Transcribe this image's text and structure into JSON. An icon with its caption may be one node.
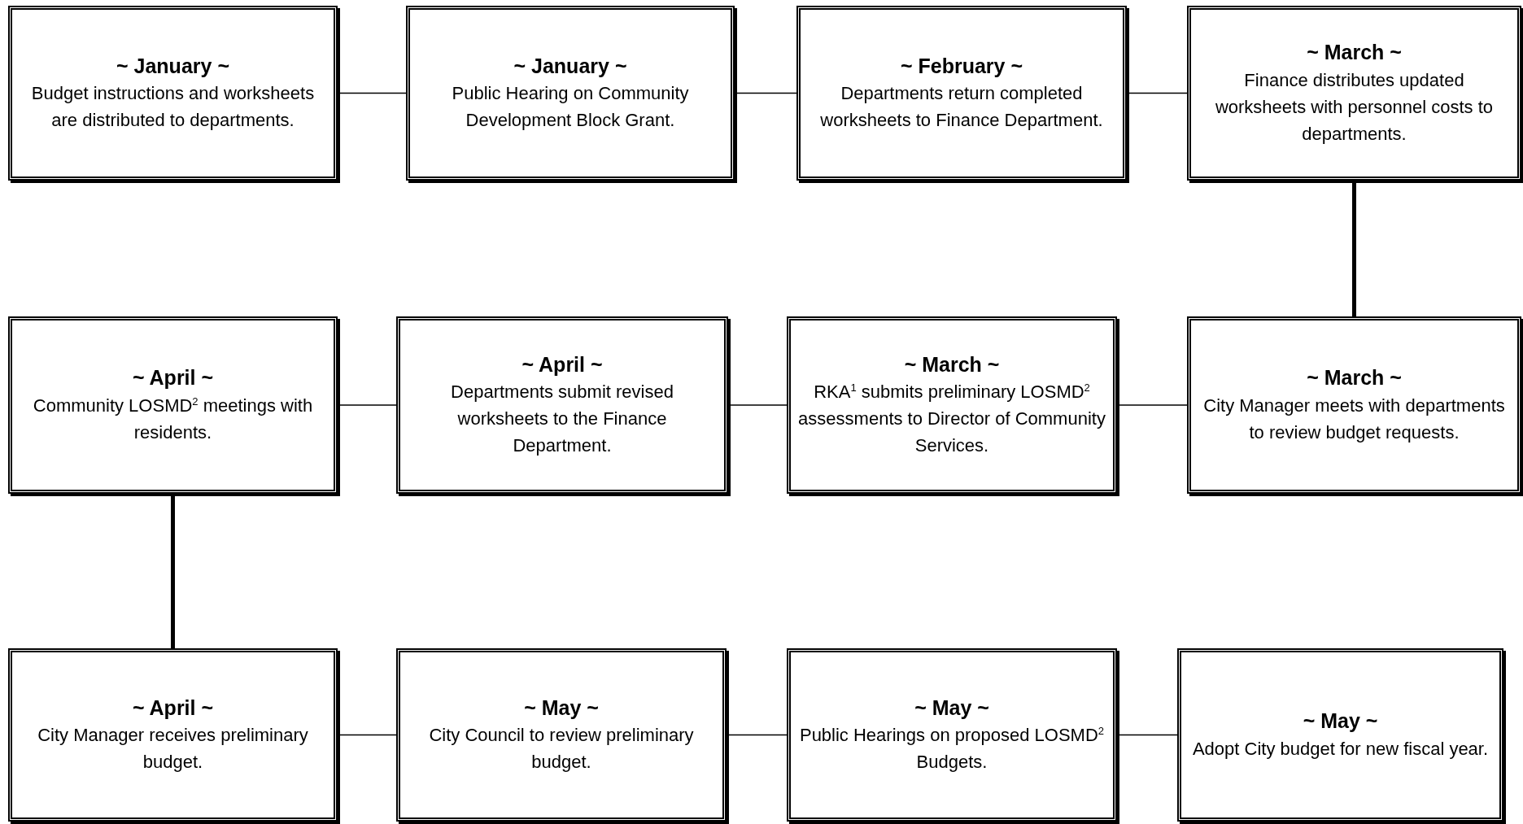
{
  "diagram": {
    "nodes": [
      {
        "text": [
          "~ January ~",
          "Budget instructions and worksheets are distributed to departments."
        ]
      },
      {
        "text": [
          "~ January ~",
          "Public Hearing on Community Development Block Grant."
        ]
      },
      {
        "text": [
          "~ February ~",
          "Departments return completed worksheets to Finance Department."
        ]
      },
      {
        "text": [
          "~ March ~",
          "Finance distributes updated worksheets with personnel costs to departments."
        ]
      },
      {
        "text": [
          "~ April ~",
          "Community LOSMD$^{2}$ meetings with residents."
        ]
      },
      {
        "text": [
          "~ April ~",
          "Departments submit revised worksheets to the Finance Department."
        ]
      },
      {
        "text": [
          "~ March ~",
          "RKA$^{1}$ submits preliminary LOSMD$^{2}$ assessments to Director of Community Services."
        ]
      },
      {
        "text": [
          "~ March ~",
          "City Manager meets with departments to review budget requests."
        ]
      },
      {
        "text": [
          "~ April ~",
          "City Manager receives preliminary budget."
        ]
      },
      {
        "text": [
          "~ May ~",
          "City Council  to review preliminary budget."
        ]
      },
      {
        "text": [
          "~ May ~",
          "Public Hearings on proposed LOSMD$^{2}$ Budgets."
        ]
      },
      {
        "text": [
          "~ May ~",
          "Adopt City budget for new fiscal year."
        ]
      }
    ],
    "edges": [
      {
        "from": 0,
        "to": 1,
        "arrow": "none"
      },
      {
        "from": 1,
        "to": 2,
        "arrow": "none"
      },
      {
        "from": 2,
        "to": 3,
        "arrow": "none"
      },
      {
        "from": 3,
        "to": 7,
        "arrow": "none",
        "style": "thick"
      },
      {
        "from": 7,
        "to": 6,
        "arrow": "none"
      },
      {
        "from": 6,
        "to": 5,
        "arrow": "none"
      },
      {
        "from": 5,
        "to": 4,
        "arrow": "none"
      },
      {
        "from": 4,
        "to": 8,
        "arrow": "none",
        "style": "thick"
      },
      {
        "from": 8,
        "to": 9,
        "arrow": "none"
      },
      {
        "from": 9,
        "to": 10,
        "arrow": "none"
      },
      {
        "from": 10,
        "to": 11,
        "arrow": "none"
      }
    ]
  }
}
